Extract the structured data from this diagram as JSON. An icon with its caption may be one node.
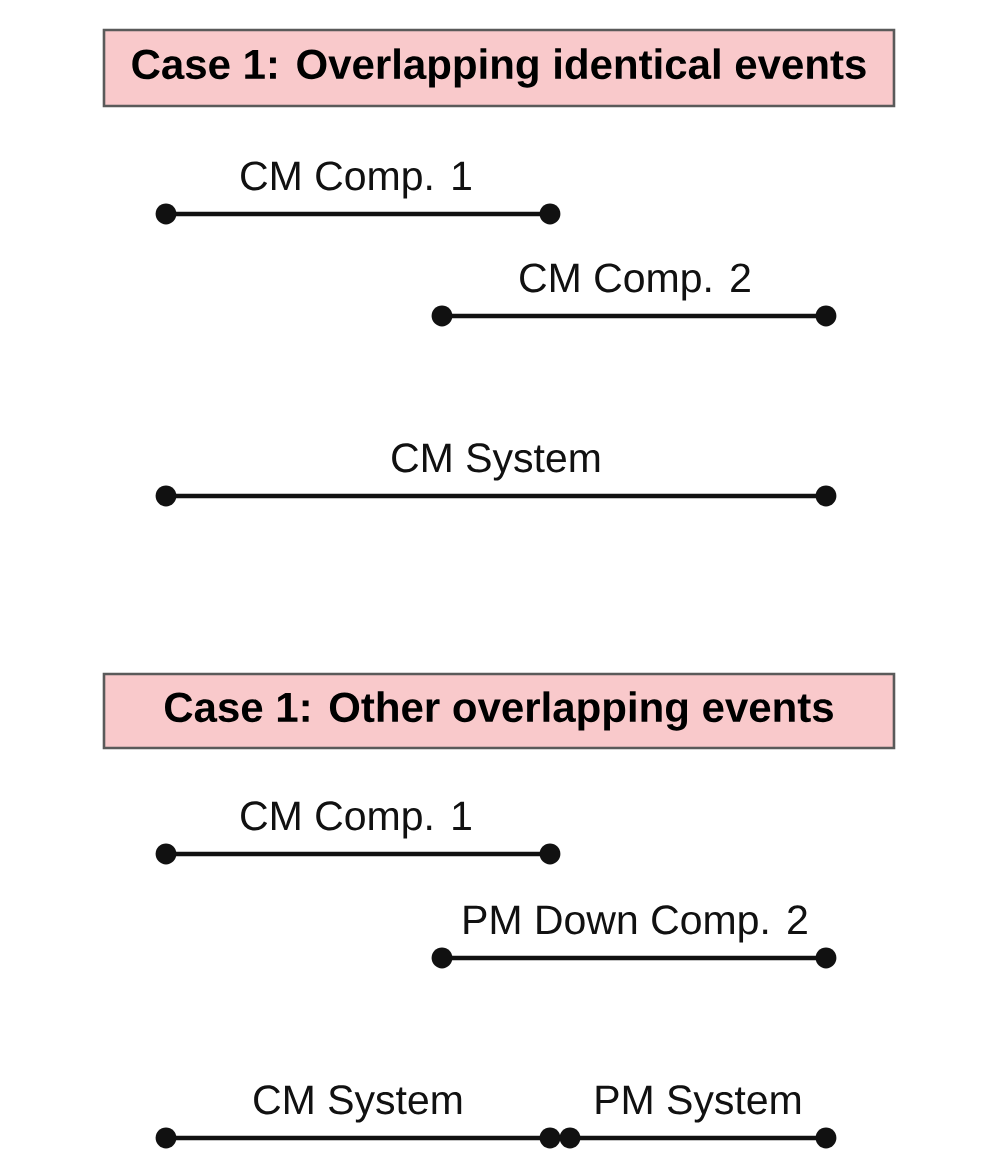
{
  "diagram": {
    "nodes": [
      {
        "text": [
          "Case 1: Overlapping identical events"
        ]
      },
      {
        "text": [
          "Case 1: Other overlapping events"
        ]
      }
    ],
    "labels": [
      "CM Comp. 1",
      "CM Comp. 2",
      "CM System",
      "CM Comp. 1",
      "PM Down Comp. 2",
      "CM System",
      "PM System"
    ]
  }
}
